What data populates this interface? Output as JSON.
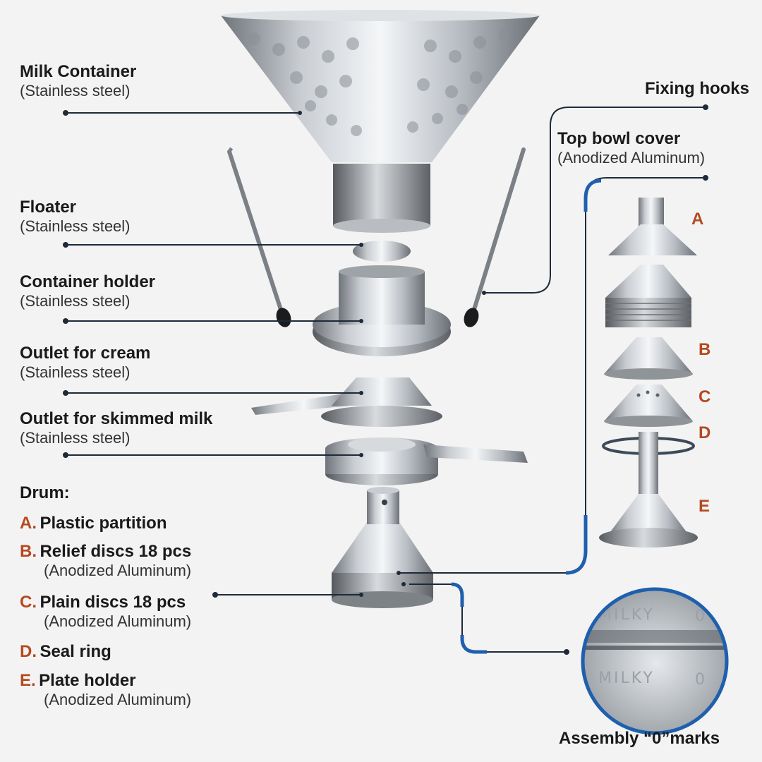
{
  "labels": {
    "milk_container": {
      "title": "Milk Container",
      "material": "(Stainless steel)"
    },
    "floater": {
      "title": "Floater",
      "material": "(Stainless steel)"
    },
    "container_holder": {
      "title": "Container holder",
      "material": "(Stainless steel)"
    },
    "outlet_cream": {
      "title": "Outlet for cream",
      "material": "(Stainless steel)"
    },
    "outlet_skimmed": {
      "title": "Outlet for skimmed milk",
      "material": "(Stainless steel)"
    },
    "fixing_hooks": {
      "title": "Fixing hooks"
    },
    "top_bowl_cover": {
      "title": "Top bowl cover",
      "material": "(Anodized Aluminum)"
    }
  },
  "drum": {
    "heading": "Drum:",
    "items": [
      {
        "letter": "A.",
        "name": "Plastic partition",
        "material": ""
      },
      {
        "letter": "B.",
        "name": "Relief discs 18 pcs",
        "material": "(Anodized Aluminum)"
      },
      {
        "letter": "C.",
        "name": "Plain discs 18 pcs",
        "material": "(Anodized Aluminum)"
      },
      {
        "letter": "D.",
        "name": "Seal ring",
        "material": ""
      },
      {
        "letter": "E.",
        "name": "Plate holder",
        "material": "(Anodized Aluminum)"
      }
    ]
  },
  "part_letters": [
    "A",
    "B",
    "C",
    "D",
    "E"
  ],
  "assembly_marks": {
    "caption": "Assembly “0”marks",
    "mark_text": "MILKY",
    "mark_digit": "0"
  },
  "colors": {
    "accent_blue": "#1f5fad",
    "letter_orange": "#b5491f",
    "leader_line": "#1e2a38"
  }
}
